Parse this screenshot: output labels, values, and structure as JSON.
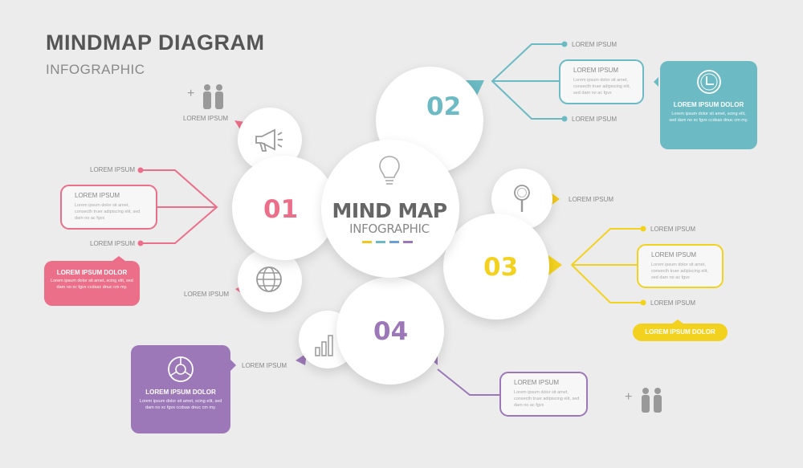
{
  "header": {
    "title": "MINDMAP DIAGRAM",
    "subtitle": "INFOGRAPHIC"
  },
  "center": {
    "title": "MIND MAP",
    "subtitle": "INFOGRAPHIC"
  },
  "colors": {
    "pink": "#ec6f8a",
    "teal": "#6bbac4",
    "yellow": "#f3d21f",
    "purple": "#9c78b8",
    "gray": "#999999",
    "dots": [
      "#f3c81a",
      "#6bbac4",
      "#6b9fd8",
      "#9c78b8"
    ]
  },
  "branches": [
    {
      "number": "01",
      "color": "#ec6f8a",
      "labels": [
        "LOREM IPSUM",
        "LOREM IPSUM"
      ],
      "box": {
        "title": "LOREM IPSUM",
        "body": "Lorem ipsum dolor sit amet, consecth truer adipiscing elit, sed dam no ac fgvx"
      },
      "panel": {
        "title": "LOREM IPSUM DOLOR",
        "body": "Lorem ipsum dolor sit amet, scing elit, sed dam no xc fgvx ccdsax dnuc cm my."
      }
    },
    {
      "number": "02",
      "color": "#6bbac4",
      "labels": [
        "LOREM IPSUM",
        "LOREM IPSUM"
      ],
      "box": {
        "title": "LOREM IPSUM",
        "body": "Lorem ipsum dolor sit amet, consecth truer adipiscing elit, sed dam no ac fgvx"
      },
      "panel": {
        "title": "LOREM IPSUM DOLOR",
        "body": "Lorem ipsum dolor sit amet, scing elit, sed dam no xc fgvx ccdsax dnuc cm my."
      }
    },
    {
      "number": "03",
      "color": "#f3d21f",
      "labels": [
        "LOREM IPSUM",
        "LOREM IPSUM"
      ],
      "box": {
        "title": "LOREM IPSUM",
        "body": "Lorem ipsum dolor sit amet, consecth truer adipiscing elit, sed dam no ac fgvx"
      },
      "pill": "LOREM IPSUM DOLOR"
    },
    {
      "number": "04",
      "color": "#9c78b8",
      "box": {
        "title": "LOREM IPSUM",
        "body": "Lorem ipsum dolor sit amet, consecth truer adipiscing elit, sed dam no ac fgvx"
      },
      "panel": {
        "title": "LOREM IPSUM DOLOR",
        "body": "Lorem ipsum dolor sit amet, scing elit, sed dam no xc fgvx ccdsax dnuc cm my."
      }
    }
  ],
  "small_labels": {
    "megaphone": "LOREM IPSUM",
    "magnifier": "LOREM IPSUM",
    "globe": "LOREM IPSUM",
    "chart": "LOREM IPSUM"
  },
  "people_icons": {
    "top": "+",
    "bottom": "+"
  },
  "icons": [
    "lightbulb-icon",
    "megaphone-icon",
    "globe-icon",
    "magnifier-icon",
    "bar-chart-icon",
    "clock-icon",
    "pie-chart-icon",
    "people-icon"
  ]
}
